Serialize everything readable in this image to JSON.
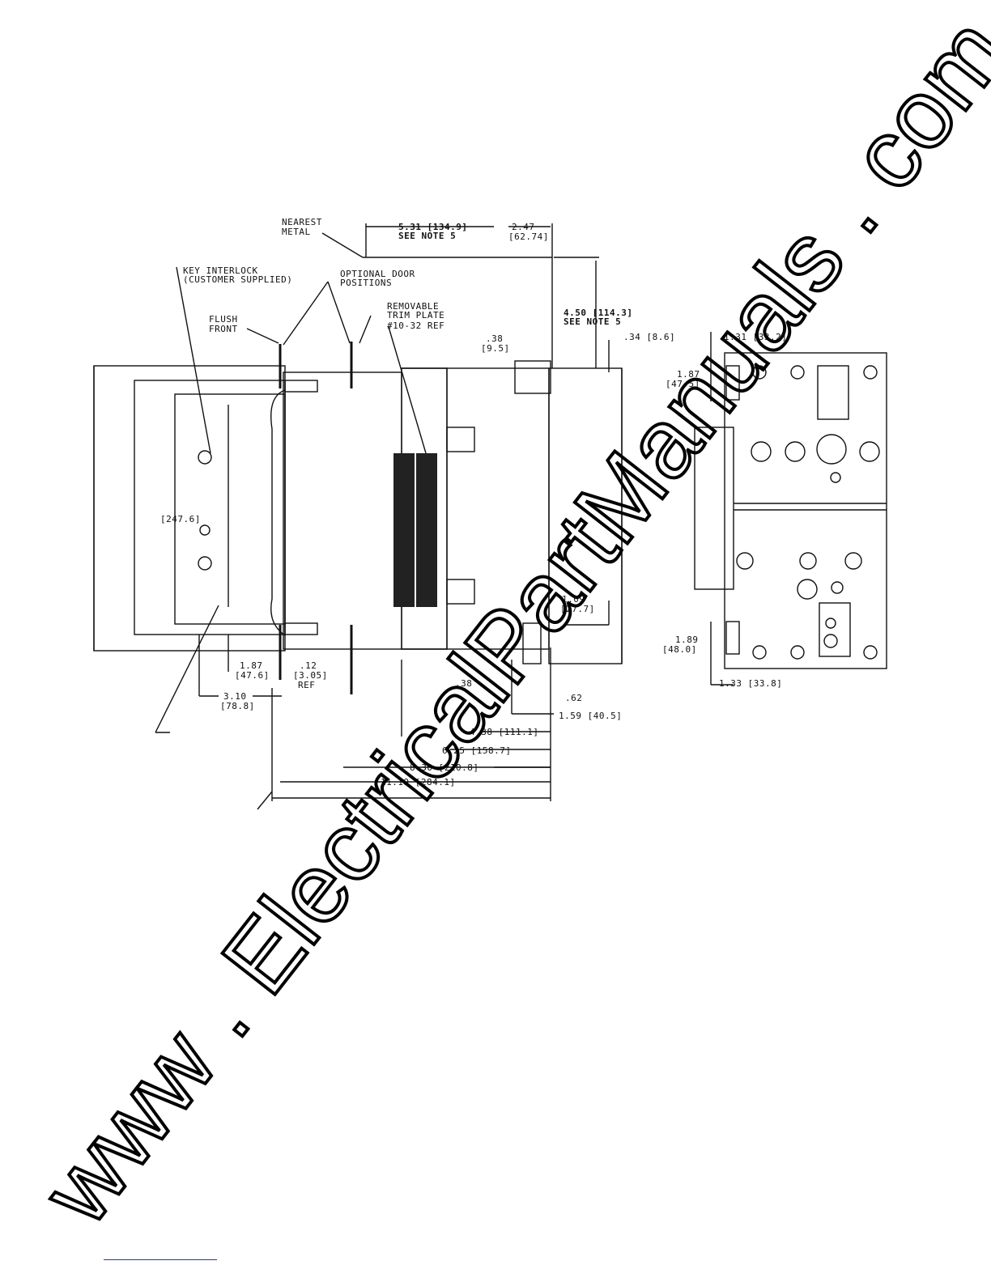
{
  "labels": {
    "nearest_metal_1": "NEAREST",
    "nearest_metal_2": "METAL",
    "dim_531_1": "5.31 [134.9]",
    "dim_531_2": "SEE NOTE 5",
    "dim_247_1": "2.47",
    "dim_247_2": "[62.74]",
    "key_interlock_1": "KEY INTERLOCK",
    "key_interlock_2": "(CUSTOMER SUPPLIED)",
    "door_positions_1": "OPTIONAL DOOR",
    "door_positions_2": "POSITIONS",
    "trim_plate_1": "REMOVABLE",
    "trim_plate_2": "TRIM PLATE",
    "trim_plate_3": "#10-32 REF",
    "flush_front_1": "FLUSH",
    "flush_front_2": "FRONT",
    "dim_450_1": "4.50 [114.3]",
    "dim_450_2": "SEE NOTE 5",
    "dim_38a_1": ".38",
    "dim_38a_2": "[9.5]",
    "dim_34": ".34  [8.6]",
    "dim_131": "1.31 [33.2]",
    "dim_187r_1": "1.87",
    "dim_187r_2": "[47.5]",
    "dim_2476": "[247.6]",
    "dim_109_1": "1.09",
    "dim_109_2": "[27.7]",
    "dim_189_1": "1.89",
    "dim_189_2": "[48.0]",
    "dim_133": "1.33  [33.8]",
    "dim_187l_1": "1.87",
    "dim_187l_2": "[47.6]",
    "dim_12_1": ".12",
    "dim_12_2": "[3.05]",
    "dim_12_3": "REF",
    "dim_38b": ".38",
    "dim_62": ".62",
    "dim_159": "1.59  [40.5]",
    "dim_310_1": "3.10",
    "dim_310_2": "[78.8]",
    "dim_438": "4.38  [111.1]",
    "dim_625": "6.25  [158.7]",
    "dim_830": "8.30  [210.8]",
    "dim_1119": "11.19  [284.1]"
  },
  "watermark": "www . ElectricalPartManuals . com"
}
